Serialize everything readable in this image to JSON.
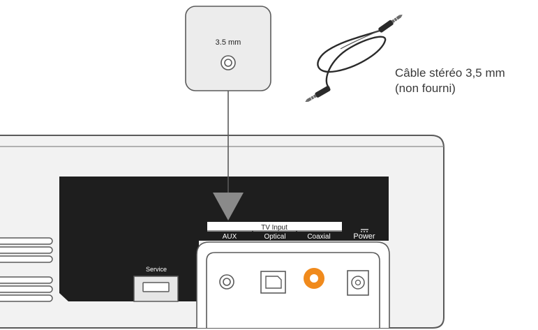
{
  "callout": {
    "jack_label": "3.5 mm"
  },
  "cable": {
    "label_line1": "Câble stéréo 3,5 mm",
    "label_line2": "(non fourni)"
  },
  "panel": {
    "service_label": "Service",
    "tv_input_label": "TV Input",
    "ports": {
      "aux": "AUX",
      "optical": "Optical",
      "coaxial": "Coaxial",
      "power": "Power"
    }
  },
  "colors": {
    "device_fill": "#f2f2f2",
    "outline": "#5a5a5a",
    "panel_black": "#1e1e1e",
    "coaxial_orange": "#f08a1c",
    "callout_fill": "#ececec",
    "arrow_gray": "#8a8a8a"
  },
  "icons": [
    "aux-jack-icon",
    "optical-port-icon",
    "coaxial-port-icon",
    "power-port-icon",
    "usb-port-icon",
    "stereo-cable-icon",
    "down-arrow-icon"
  ]
}
